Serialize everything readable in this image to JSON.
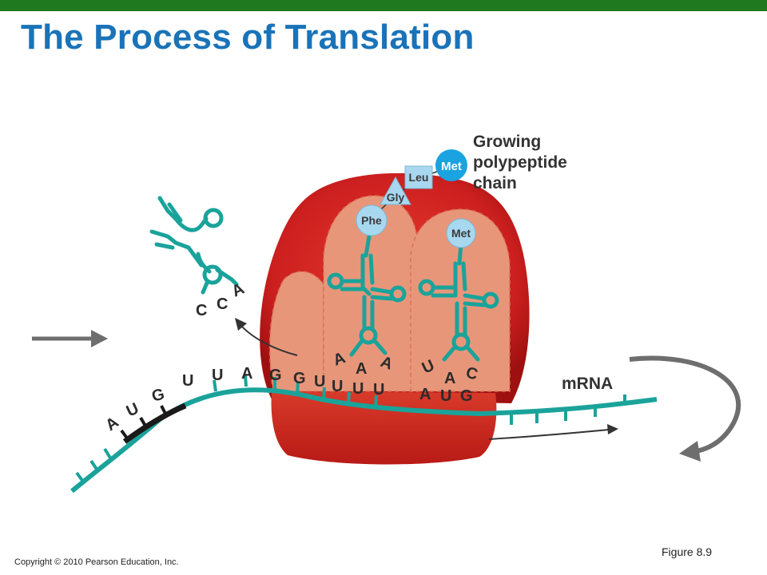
{
  "title": "The Process of Translation",
  "labels": {
    "growing_line1": "Growing",
    "growing_line2": "polypeptide",
    "growing_line3": "chain",
    "mrna": "mRNA"
  },
  "amino_acids": {
    "met_top": "Met",
    "leu": "Leu",
    "gly": "Gly",
    "phe": "Phe",
    "met_psite": "Met"
  },
  "exiting_trna_bases": [
    "C",
    "C",
    "A"
  ],
  "anticodon_a_site": [
    "A",
    "A",
    "A"
  ],
  "anticodon_p_site": [
    "U",
    "A",
    "C"
  ],
  "mrna_bases": [
    "A",
    "U",
    "G",
    "U",
    "U",
    "A",
    "G",
    "G",
    "U",
    "U",
    "U",
    "U",
    "A",
    "U",
    "G"
  ],
  "figure": "Figure 8.9",
  "copyright": "Copyright © 2010 Pearson Education, Inc.",
  "colors": {
    "top_bar": "#1f7a1f",
    "title": "#1a73b8",
    "trna_teal": "#1aa39a",
    "ribosome_outer": "#cc1f1f",
    "ribosome_inner": "#e8967a",
    "amino_acid": "#a8d8f0",
    "met_badge": "#1aa3e0"
  }
}
